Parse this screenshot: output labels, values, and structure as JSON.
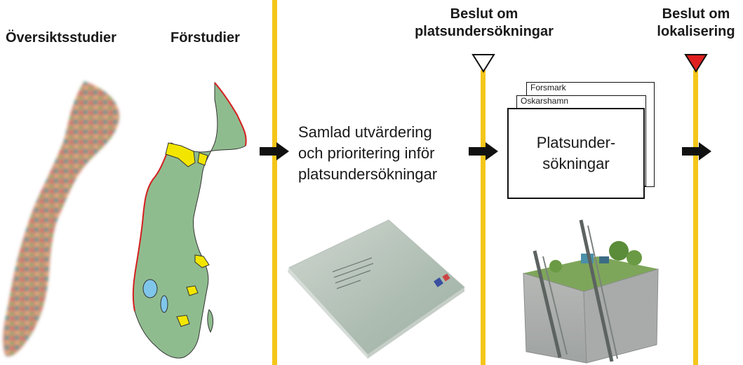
{
  "headings": {
    "oversikt": "Översiktsstudier",
    "forstudier": "Förstudier",
    "decision1_line1": "Beslut om",
    "decision1_line2": "platsundersökningar",
    "decision2_line1": "Beslut om",
    "decision2_line2": "lokalisering"
  },
  "evaluation_text": {
    "line1": "Samlad utvärdering",
    "line2": "och prioritering inför",
    "line3": "platsundersökningar"
  },
  "sites": {
    "back_label": "Forsmark",
    "middle_label": "Oskarshamn",
    "main_line1": "Platsunder-",
    "main_line2": "sökningar"
  },
  "colors": {
    "timeline_line": "#f4c61a",
    "arrow": "#111111",
    "decision1_marker": "#ffffff",
    "decision2_marker": "#e02020",
    "map_land": "#8fbc8f",
    "map_border": "#d42020",
    "candidate_area": "#f2e600",
    "lake": "#7fc6ea"
  },
  "icons": [
    "arrow-right-icon",
    "triangle-down-icon"
  ]
}
